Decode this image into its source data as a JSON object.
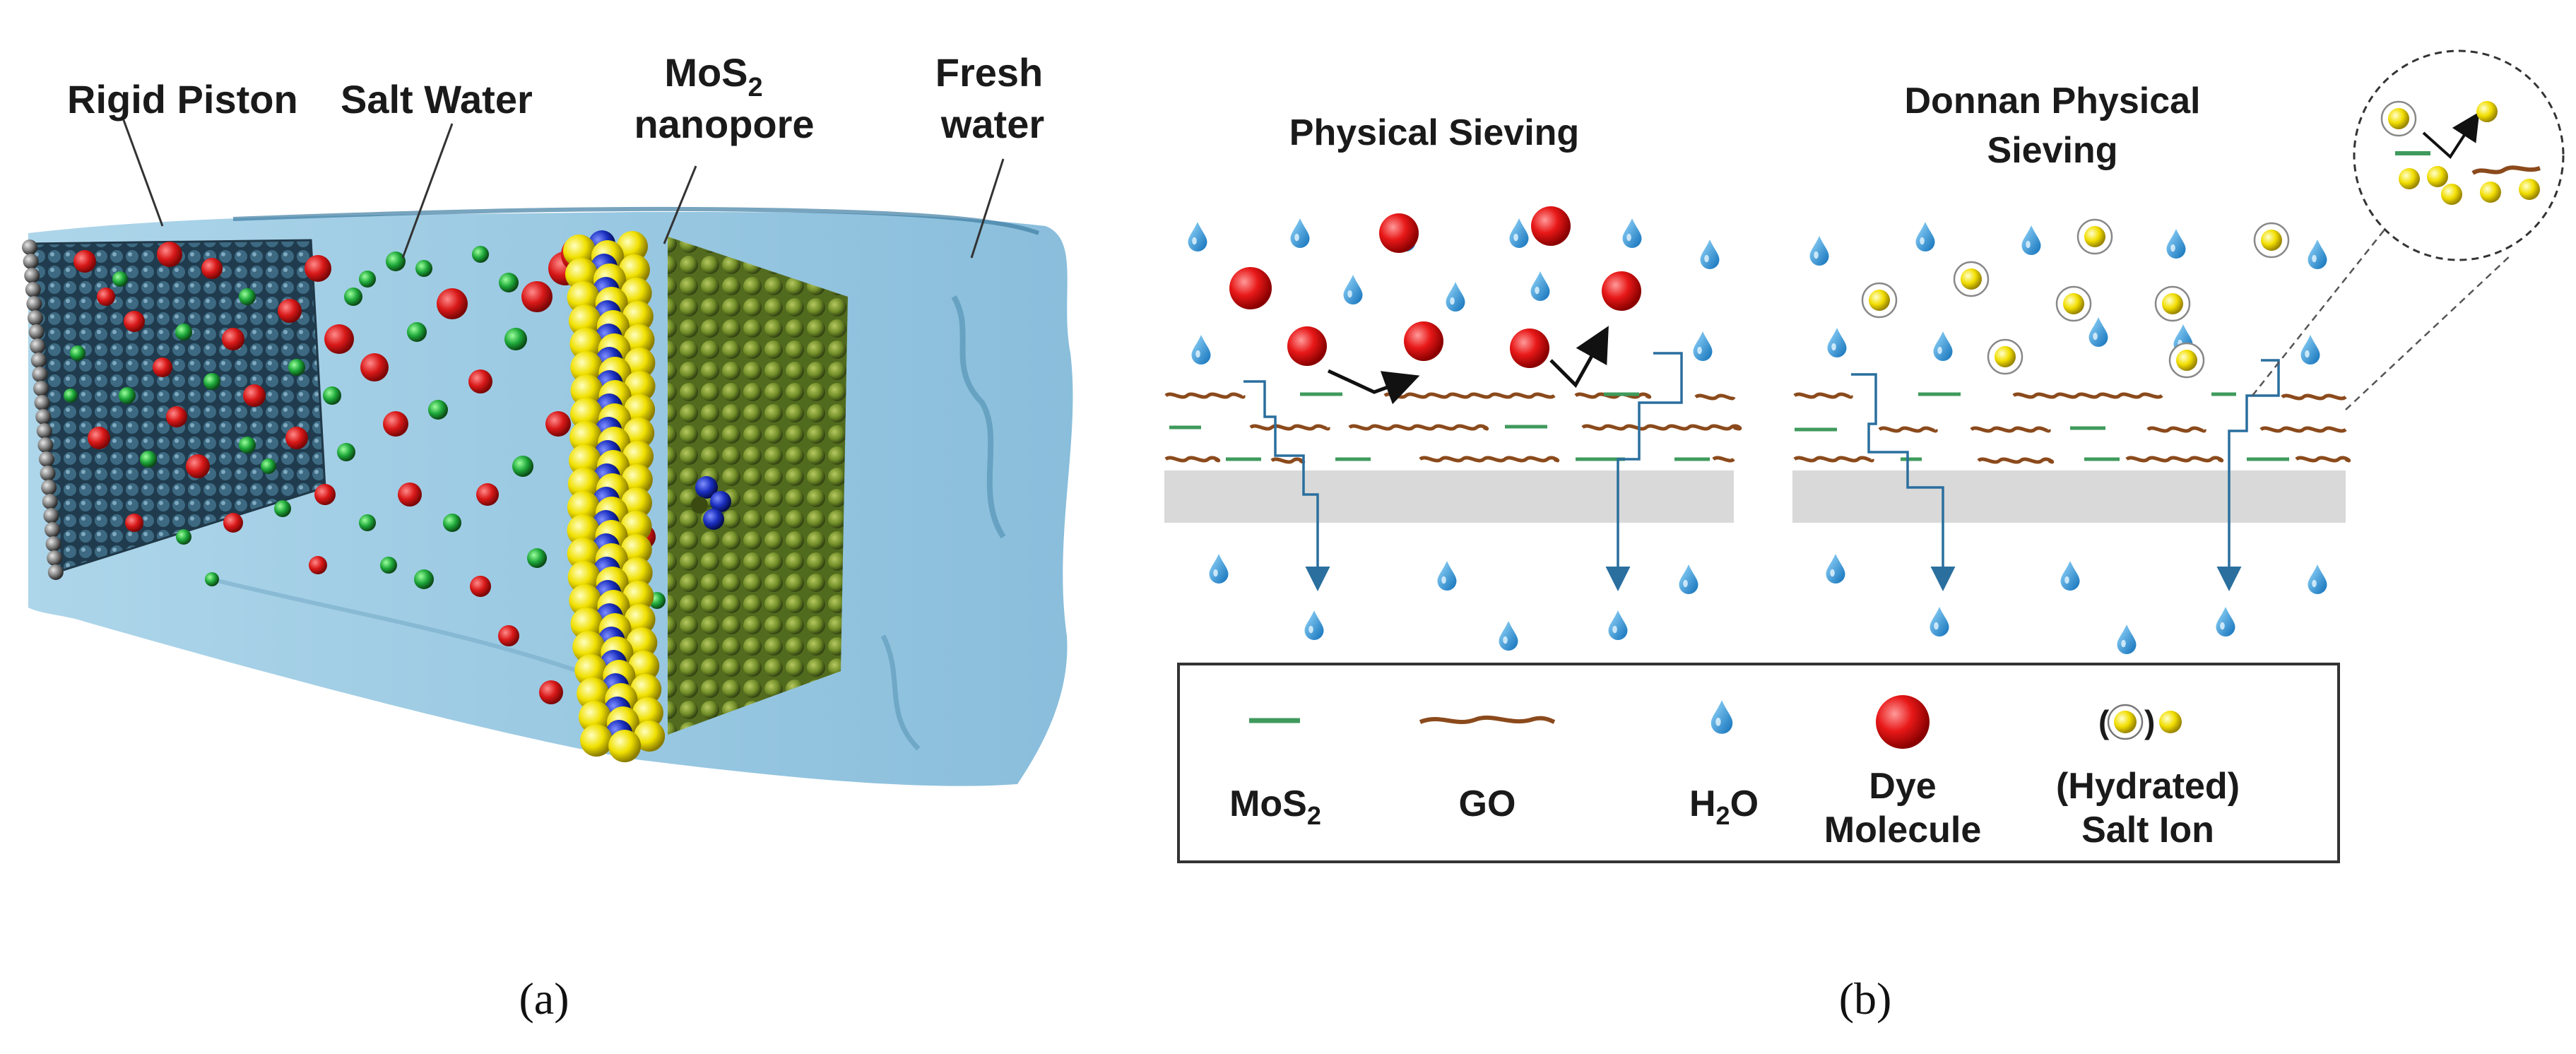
{
  "panel_a": {
    "labels": {
      "rigid_piston": "Rigid Piston",
      "salt_water": "Salt Water",
      "mos2_line1": "MoS",
      "mos2_sub": "2",
      "mos2_line2": "nanopore",
      "fresh_line1": "Fresh",
      "fresh_line2": "water"
    },
    "caption": "(a)",
    "colors": {
      "water": "#8fc3df",
      "piston": "#2d4a5c",
      "sodium": "#1f9a3a",
      "chloride": "#c8161d",
      "sulfur": "#f2e600",
      "molybdenum": "#1a2fb0"
    }
  },
  "panel_b": {
    "titles": {
      "physical_sieving": "Physical Sieving",
      "donnan_line1": "Donnan Physical",
      "donnan_line2": "Sieving"
    },
    "legend": {
      "mos2": "MoS",
      "mos2_sub": "2",
      "go": "GO",
      "h2o_pre": "H",
      "h2o_sub": "2",
      "h2o_post": "O",
      "dye_line1": "Dye",
      "dye_line2": "Molecule",
      "hydrated_paren_open": "(",
      "hydrated_paren_close": ")",
      "salt_line1": "(Hydrated)",
      "salt_line2": "Salt Ion"
    },
    "caption": "(b)",
    "colors": {
      "mos2": "#3f9a5c",
      "go": "#8b4a1c",
      "water_drop": "#1f8fd6",
      "dye": "#e01515",
      "salt": "#e8d400",
      "support": "#d9d9d9",
      "path": "#2a6f9e"
    }
  }
}
